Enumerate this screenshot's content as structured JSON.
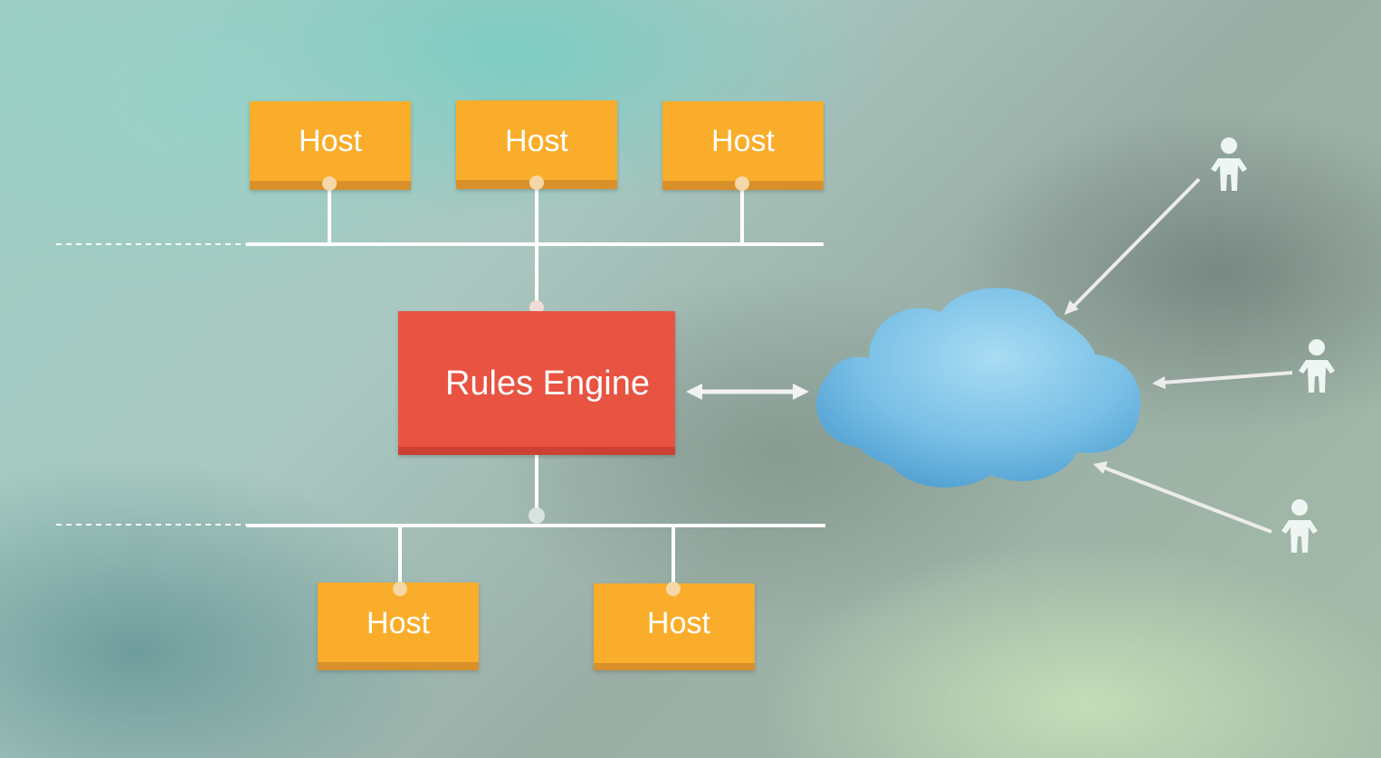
{
  "hosts": [
    {
      "label": "Host"
    },
    {
      "label": "Host"
    },
    {
      "label": "Host"
    },
    {
      "label": "Host"
    },
    {
      "label": "Host"
    }
  ],
  "engine": {
    "label": "Rules Engine"
  },
  "colors": {
    "host_fill": "#f9ad2c",
    "host_shadow": "#d9902a",
    "engine_fill": "#e85243",
    "engine_shadow": "#cc3f35",
    "line": "#ffffff",
    "connector_dot": "#f6d7a8",
    "cloud": "#7cc1e6"
  },
  "icons": [
    "person-icon",
    "person-icon",
    "person-icon"
  ]
}
